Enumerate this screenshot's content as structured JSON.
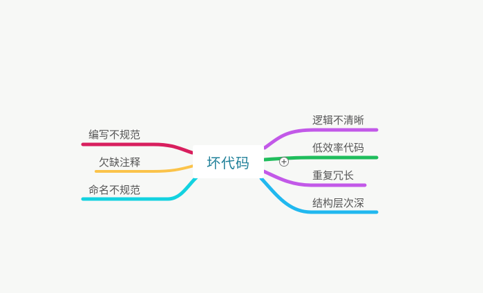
{
  "central_topic": {
    "label": "坏代码",
    "color": "#1e7f98"
  },
  "left_branches": [
    {
      "label": "编写不规范",
      "color": "#d81f5e"
    },
    {
      "label": "欠缺注释",
      "color": "#fbc34a"
    },
    {
      "label": "命名不规范",
      "color": "#13d2e0"
    }
  ],
  "right_branches": [
    {
      "label": "逻辑不清晰",
      "color": "#c259e8"
    },
    {
      "label": "低效率代码",
      "color": "#1fbd5c"
    },
    {
      "label": "重复冗长",
      "color": "#c259e8"
    },
    {
      "label": "结构层次深",
      "color": "#21b8ef"
    }
  ],
  "controls": {
    "expand_icon": "plus-circle-icon"
  }
}
